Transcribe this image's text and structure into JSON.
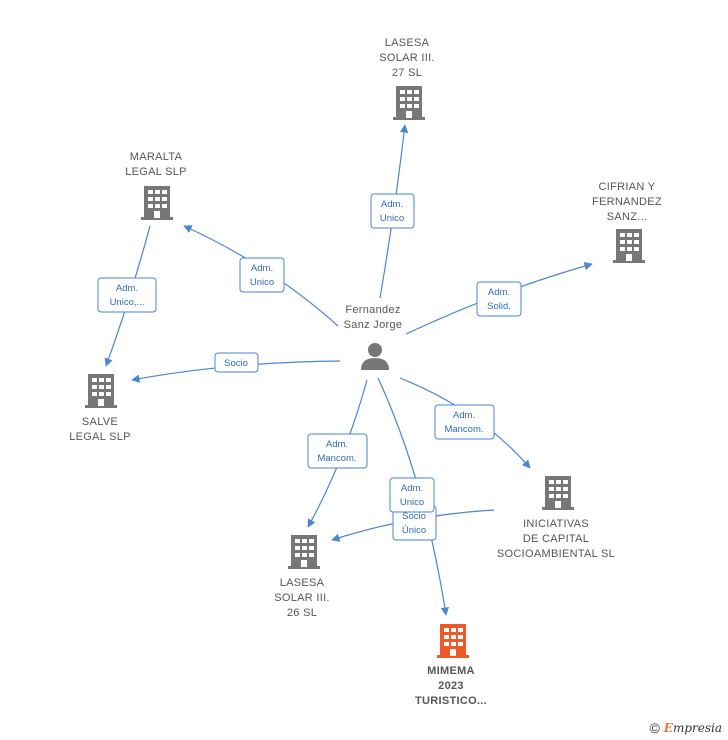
{
  "center": {
    "name_lines": [
      "Fernandez",
      "Sanz Jorge"
    ],
    "icon": "person-icon"
  },
  "nodes": {
    "lasesa27": {
      "lines": [
        "LASESA",
        "SOLAR III.",
        "27 SL"
      ],
      "icon": "building-icon",
      "highlight": false
    },
    "maralta": {
      "lines": [
        "MARALTA",
        "LEGAL  SLP"
      ],
      "icon": "building-icon",
      "highlight": false
    },
    "cifrian": {
      "lines": [
        "CIFRIAN Y",
        "FERNANDEZ",
        "SANZ..."
      ],
      "icon": "building-icon",
      "highlight": false
    },
    "salve": {
      "lines": [
        "SALVE",
        "LEGAL  SLP"
      ],
      "icon": "building-icon",
      "highlight": false
    },
    "iniciativas": {
      "lines": [
        "INICIATIVAS",
        "DE CAPITAL",
        "SOCIOAMBIENTAL SL"
      ],
      "icon": "building-icon",
      "highlight": false
    },
    "lasesa26": {
      "lines": [
        "LASESA",
        "SOLAR III.",
        "26 SL"
      ],
      "icon": "building-icon",
      "highlight": false
    },
    "mimema": {
      "lines": [
        "MIMEMA",
        "2023",
        "TURISTICO..."
      ],
      "icon": "building-icon",
      "highlight": true
    }
  },
  "edges": {
    "to_lasesa27": [
      "Adm.",
      "Unico"
    ],
    "to_maralta": [
      "Adm.",
      "Unico"
    ],
    "maralta_salve": [
      "Adm.",
      "Unico,..."
    ],
    "to_cifrian": [
      "Adm.",
      "Solid."
    ],
    "to_salve": [
      "Socio"
    ],
    "to_iniciativas": [
      "Adm.",
      "Mancom."
    ],
    "to_lasesa26": [
      "Adm.",
      "Mancom."
    ],
    "to_mimema": [
      "Adm.",
      "Unico"
    ],
    "iniciativas_lasesa26": [
      "Socio",
      "Único"
    ]
  },
  "colors": {
    "edge": "#4a86d2",
    "building": "#777777",
    "building_highlight": "#f05a28",
    "person": "#777777"
  },
  "footer": {
    "copyright_symbol": "©",
    "brand_first": "E",
    "brand_rest": "mpresia"
  }
}
